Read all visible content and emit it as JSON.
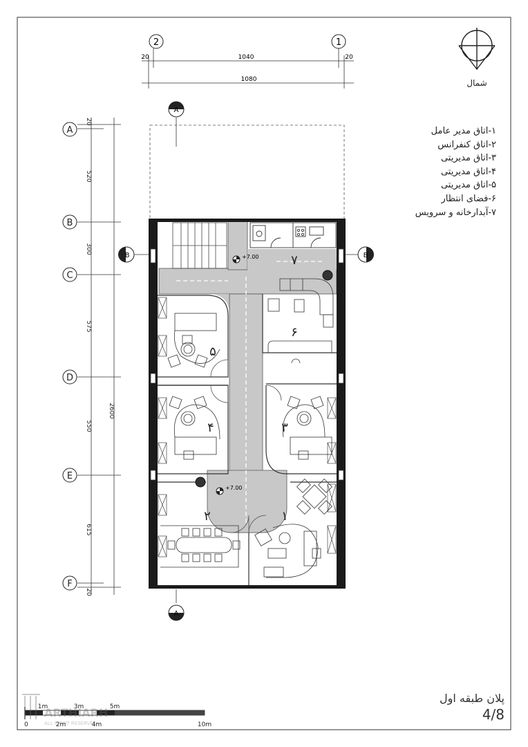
{
  "sheet": {
    "title": "پلان طبقه اول",
    "page": "4/8"
  },
  "north_mark": "شمال",
  "grid": {
    "columns": [
      {
        "label": "2"
      },
      {
        "label": "1"
      }
    ],
    "rows": [
      {
        "label": "A"
      },
      {
        "label": "B"
      },
      {
        "label": "C"
      },
      {
        "label": "D"
      },
      {
        "label": "E"
      },
      {
        "label": "F"
      }
    ]
  },
  "dimensions": {
    "top_side_left": "20",
    "top_span": "1040",
    "top_side_right": "20",
    "top_overall": "1080",
    "left_segments": [
      "20",
      "520",
      "300",
      "575",
      "550",
      "615",
      "20"
    ],
    "left_overall": "2600"
  },
  "sections": {
    "a": "A",
    "b": "B"
  },
  "levels": [
    "+7.00",
    "+7.00"
  ],
  "room_numbers": {
    "r1": "۱",
    "r2": "۲",
    "r3": "۳",
    "r4": "۴",
    "r5": "۵",
    "r6": "۶",
    "r7": "۷"
  },
  "legend": [
    "۱-اتاق مدیر عامل",
    "۲-اتاق کنفرانس",
    "۳-اتاق مدیریتی",
    "۴-اتاق مدیریتی",
    "۵-اتاق مدیریتی",
    "۶-فضای انتظار",
    "۷-آبدارخانه و سرویس"
  ],
  "scale_bar": {
    "labels_top": [
      "1m",
      "3m",
      "5m"
    ],
    "labels_bottom": [
      "0",
      "2m",
      "4m",
      "10m"
    ]
  },
  "watermark": {
    "brand": "ARTHIARH",
    "sub": "ALL RIGHT RESERVED"
  },
  "colors": {
    "corridor": "#c8c8c8",
    "walls": "#1a1a1a",
    "lines": "#333333"
  }
}
